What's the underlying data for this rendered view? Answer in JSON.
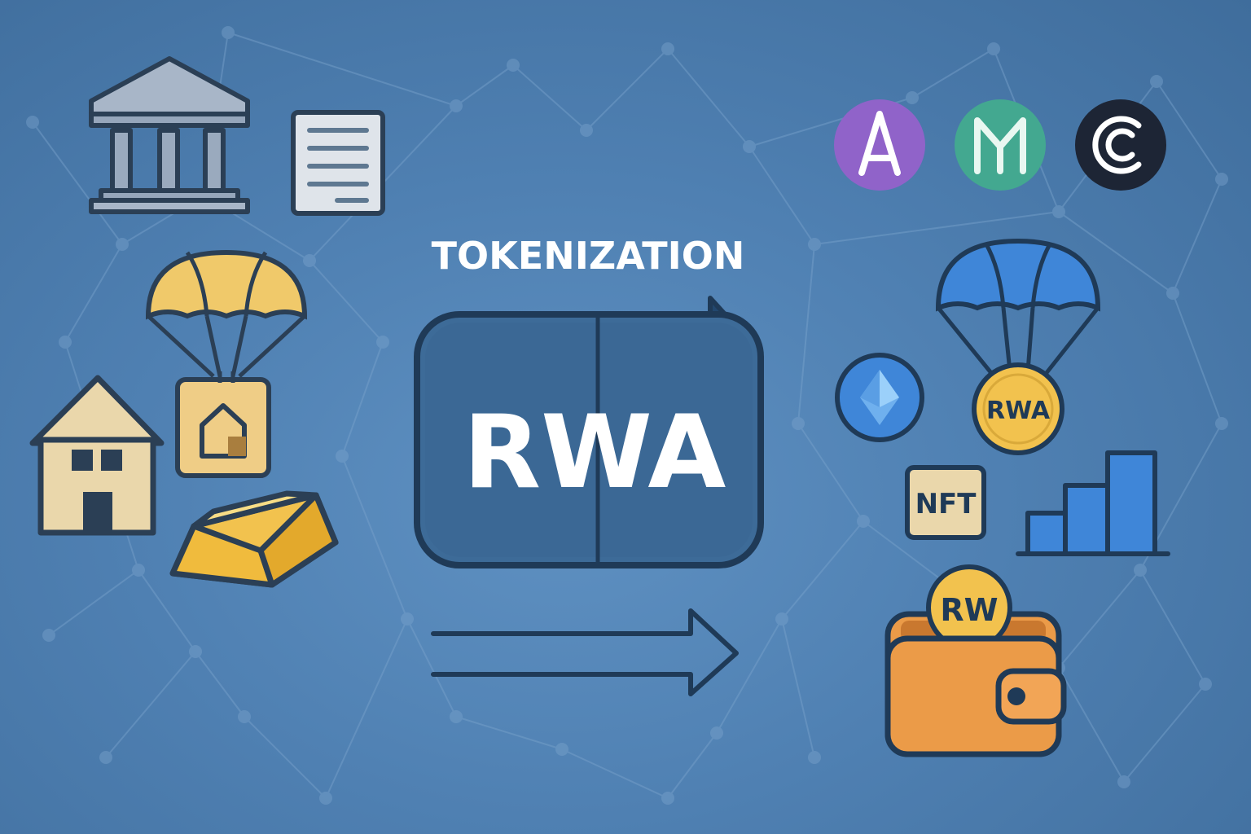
{
  "heading": "TOKENIZATION",
  "center_label": "RWA",
  "badges": {
    "parachute_coin": "RWA",
    "nft": "NFT",
    "wallet_coin": "RW"
  },
  "icons": {
    "left": [
      "bank-icon",
      "document-icon",
      "parachute-icon",
      "house-icon",
      "property-token-icon",
      "gold-bar-icon"
    ],
    "right": [
      "aave-icon",
      "maker-icon",
      "centrifuge-icon",
      "parachute-icon",
      "ethereum-icon",
      "rwa-coin-icon",
      "nft-icon",
      "bar-chart-icon",
      "wallet-icon"
    ],
    "center": [
      "rwa-card",
      "arrow-right-icon"
    ]
  },
  "colors": {
    "background": "#4f80b2",
    "outline": "#1f3a57",
    "gold": "#f2c24e",
    "cream": "#ead7ab",
    "blue_accent": "#3f86d8",
    "aave": "#9063c9",
    "maker": "#43a890",
    "centrifuge": "#1d2535",
    "wallet": "#eb9b48"
  }
}
